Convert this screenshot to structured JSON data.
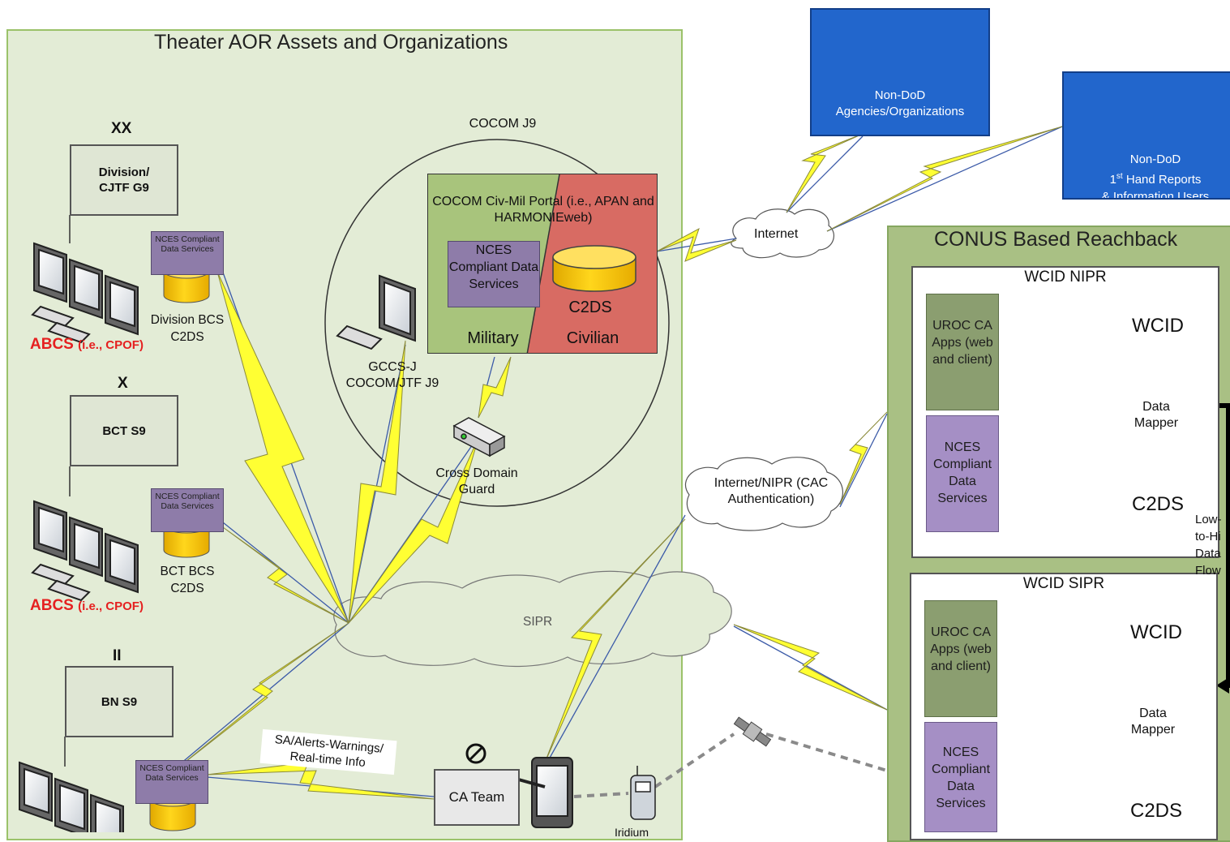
{
  "theater": {
    "title": "Theater AOR Assets and Organizations",
    "division": {
      "echelon": "XX",
      "org": "Division/ CJTF G9",
      "nces": "NCES Compliant Data Services",
      "bcs": "Division BCS C2DS",
      "abcs_main": "ABCS",
      "abcs_sub": "(i.e., CPOF)"
    },
    "bct": {
      "echelon": "X",
      "org": "BCT S9",
      "nces": "NCES Compliant Data Services",
      "bcs": "BCT BCS C2DS",
      "abcs_main": "ABCS",
      "abcs_sub": "(i.e., CPOF)"
    },
    "bn": {
      "echelon": "II",
      "org": "BN S9",
      "nces": "NCES Compliant Data Services"
    },
    "cocom": {
      "title": "COCOM J9",
      "portal_title": "COCOM Civ-Mil Portal (i.e., APAN and HARMONIEweb)",
      "nces": "NCES Compliant Data Services",
      "c2ds": "C2DS",
      "military": "Military",
      "civilian": "Civilian"
    },
    "gccs": "GCCS-J COCOM/JTF J9",
    "guard": "Cross Domain Guard",
    "sipr": "SIPR",
    "ca_team": "CA Team",
    "callout": "SA/Alerts-Warnings/ Real-time Info",
    "iridium": "Iridium"
  },
  "internet": "Internet",
  "nipr": "Internet/NIPR (CAC Authentication)",
  "non_dod_agencies": "Non-DoD Agencies/Organizations",
  "non_dod_reports": {
    "line1": "Non-DoD",
    "line2_pre": "1",
    "line2_sup": "st",
    "line2_post": " Hand Reports",
    "line3": "& Information Users"
  },
  "conus": {
    "title": "CONUS Based Reachback",
    "nipr": {
      "title": "WCID NIPR",
      "uroc": "UROC CA Apps (web and client)",
      "nces": "NCES Compliant Data Services",
      "wcid": "WCID",
      "mapper": "Data Mapper",
      "c2ds": "C2DS"
    },
    "sipr": {
      "title": "WCID SIPR",
      "uroc": "UROC CA Apps (web and client)",
      "nces": "NCES Compliant Data Services",
      "wcid": "WCID",
      "mapper": "Data Mapper",
      "c2ds": "C2DS"
    },
    "flow": "Low- to-Hi Data Flow"
  },
  "colors": {
    "bolt": "#ffff33",
    "theater_bg": "#e3ecd6",
    "conus_bg": "#a9c084",
    "blue": "#2266cc",
    "civilian": "#d86b63",
    "military": "#a8c47c",
    "cylinder_gold": "#f2c200",
    "cylinder_grey": "#d8d8d8"
  }
}
